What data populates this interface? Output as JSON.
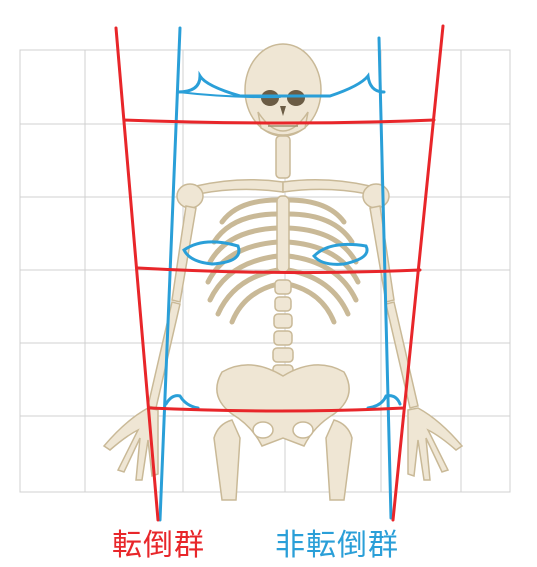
{
  "colors": {
    "grid": "#d0d0d0",
    "bone": "#efe6d4",
    "bone_shade": "#c9b997",
    "red": "#e8262a",
    "blue": "#2a9fd8",
    "background": "#ffffff"
  },
  "labels": {
    "tentou_group": "転倒群",
    "non_tentou_group": "非転倒群"
  },
  "icons": {
    "figure": "skeleton-illustration"
  }
}
